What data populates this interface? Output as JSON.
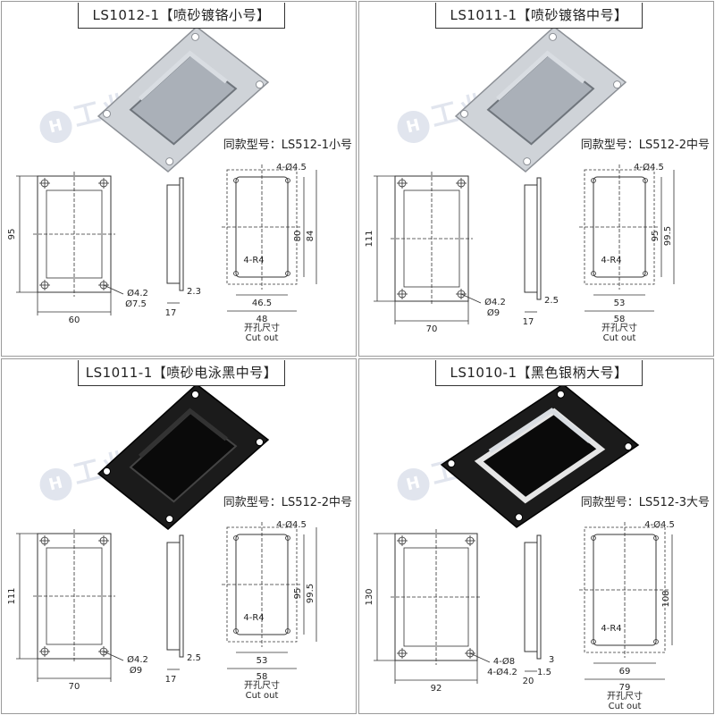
{
  "watermark": "工业五金产品",
  "watermark_logo": "H",
  "cutout_label": "开孔尺寸",
  "cutout_label_en": "Cut out",
  "panels": [
    {
      "title": "LS1012-1【喷砂镀铬小号】",
      "same_model": "同款型号：LS512-1小号",
      "finish": "chrome",
      "dims": {
        "height": "95",
        "width": "60",
        "holes_a": "Ø4.2",
        "holes_b": "Ø7.5",
        "depth": "17",
        "flange": "2.3",
        "cut_holes": "4-Ø4.5",
        "radius": "4-R4",
        "inner_h": "80",
        "outer_h": "84",
        "inner_w": "46.5",
        "outer_w": "48"
      }
    },
    {
      "title": "LS1011-1【喷砂镀铬中号】",
      "same_model": "同款型号：LS512-2中号",
      "finish": "chrome",
      "dims": {
        "height": "111",
        "width": "70",
        "holes_a": "Ø4.2",
        "holes_b": "Ø9",
        "depth": "17",
        "flange": "2.5",
        "cut_holes": "4-Ø4.5",
        "radius": "4-R4",
        "inner_h": "95",
        "outer_h": "99.5",
        "inner_w": "53",
        "outer_w": "58"
      }
    },
    {
      "title": "LS1011-1【喷砂电泳黑中号】",
      "same_model": "同款型号：LS512-2中号",
      "finish": "black",
      "dims": {
        "height": "111",
        "width": "70",
        "holes_a": "Ø4.2",
        "holes_b": "Ø9",
        "depth": "17",
        "flange": "2.5",
        "cut_holes": "4-Ø4.5",
        "radius": "4-R4",
        "inner_h": "95",
        "outer_h": "99.5",
        "inner_w": "53",
        "outer_w": "58"
      }
    },
    {
      "title": "LS1010-1【黑色银柄大号】",
      "same_model": "同款型号：LS512-3大号",
      "finish": "black-silver",
      "dims": {
        "height": "130",
        "width": "92",
        "holes_a": "4-Ø8",
        "holes_b": "4-Ø4.2",
        "depth": "20",
        "flange": "3",
        "flange2": "1.5",
        "cut_holes": "4-Ø4.5",
        "radius": "4-R4",
        "inner_h": "108",
        "inner_w": "69",
        "outer_w": "79"
      }
    }
  ]
}
